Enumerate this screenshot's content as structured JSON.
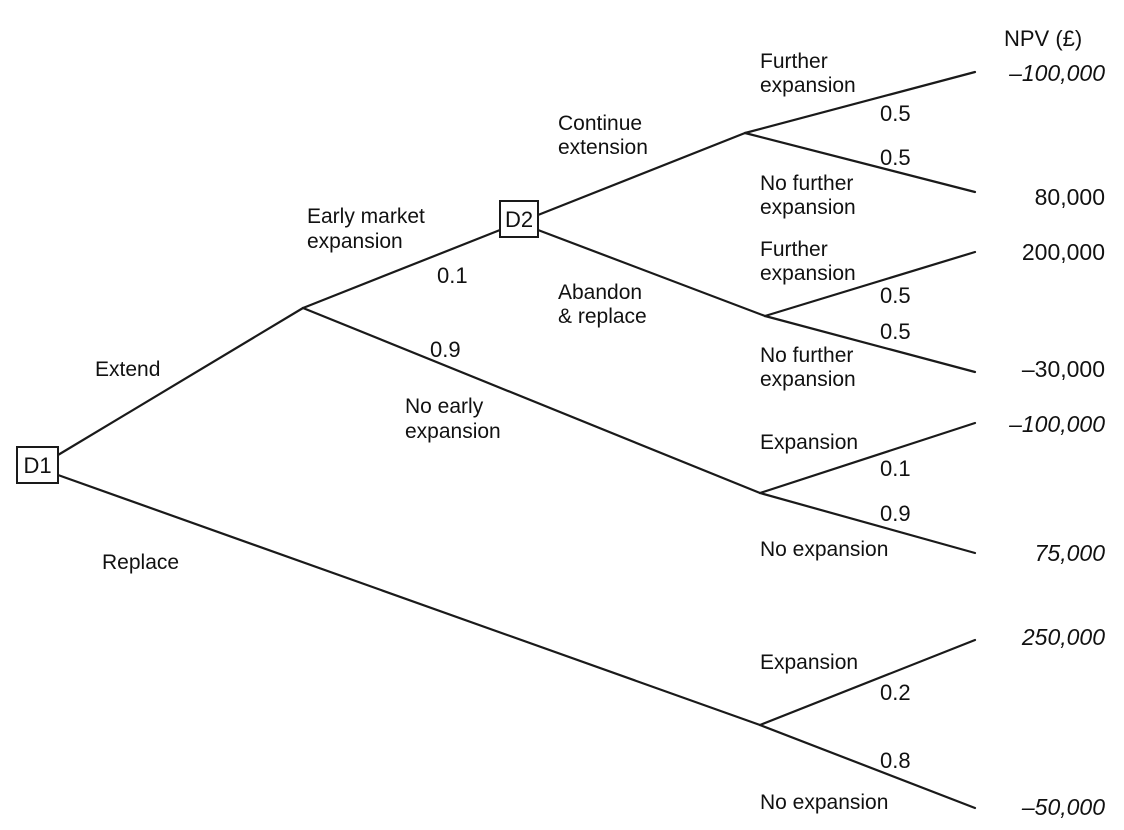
{
  "header": {
    "npv": "NPV (£)"
  },
  "nodes": {
    "d1": "D1",
    "d2": "D2"
  },
  "branches": {
    "extend": "Extend",
    "replace": "Replace",
    "early_market_expansion": [
      "Early market",
      "expansion"
    ],
    "no_early_expansion": [
      "No early",
      "expansion"
    ],
    "continue_extension": [
      "Continue",
      "extension"
    ],
    "abandon_replace": [
      "Abandon",
      "& replace"
    ],
    "further_expansion_1": [
      "Further",
      "expansion"
    ],
    "no_further_expansion_1": [
      "No further",
      "expansion"
    ],
    "further_expansion_2": [
      "Further",
      "expansion"
    ],
    "no_further_expansion_2": [
      "No further",
      "expansion"
    ],
    "expansion_3": "Expansion",
    "no_expansion_3": "No expansion",
    "expansion_4": "Expansion",
    "no_expansion_4": "No expansion"
  },
  "probabilities": {
    "early": "0.1",
    "no_early": "0.9",
    "cont_further": "0.5",
    "cont_no_further": "0.5",
    "aband_further": "0.5",
    "aband_no_further": "0.5",
    "noearly_exp": "0.1",
    "noearly_noexp": "0.9",
    "replace_exp": "0.2",
    "replace_noexp": "0.8"
  },
  "outcomes": {
    "o1": "–100,000",
    "o2": "80,000",
    "o3": "200,000",
    "o4": "–30,000",
    "o5": "–100,000",
    "o6": "75,000",
    "o7": "250,000",
    "o8": "–50,000"
  }
}
